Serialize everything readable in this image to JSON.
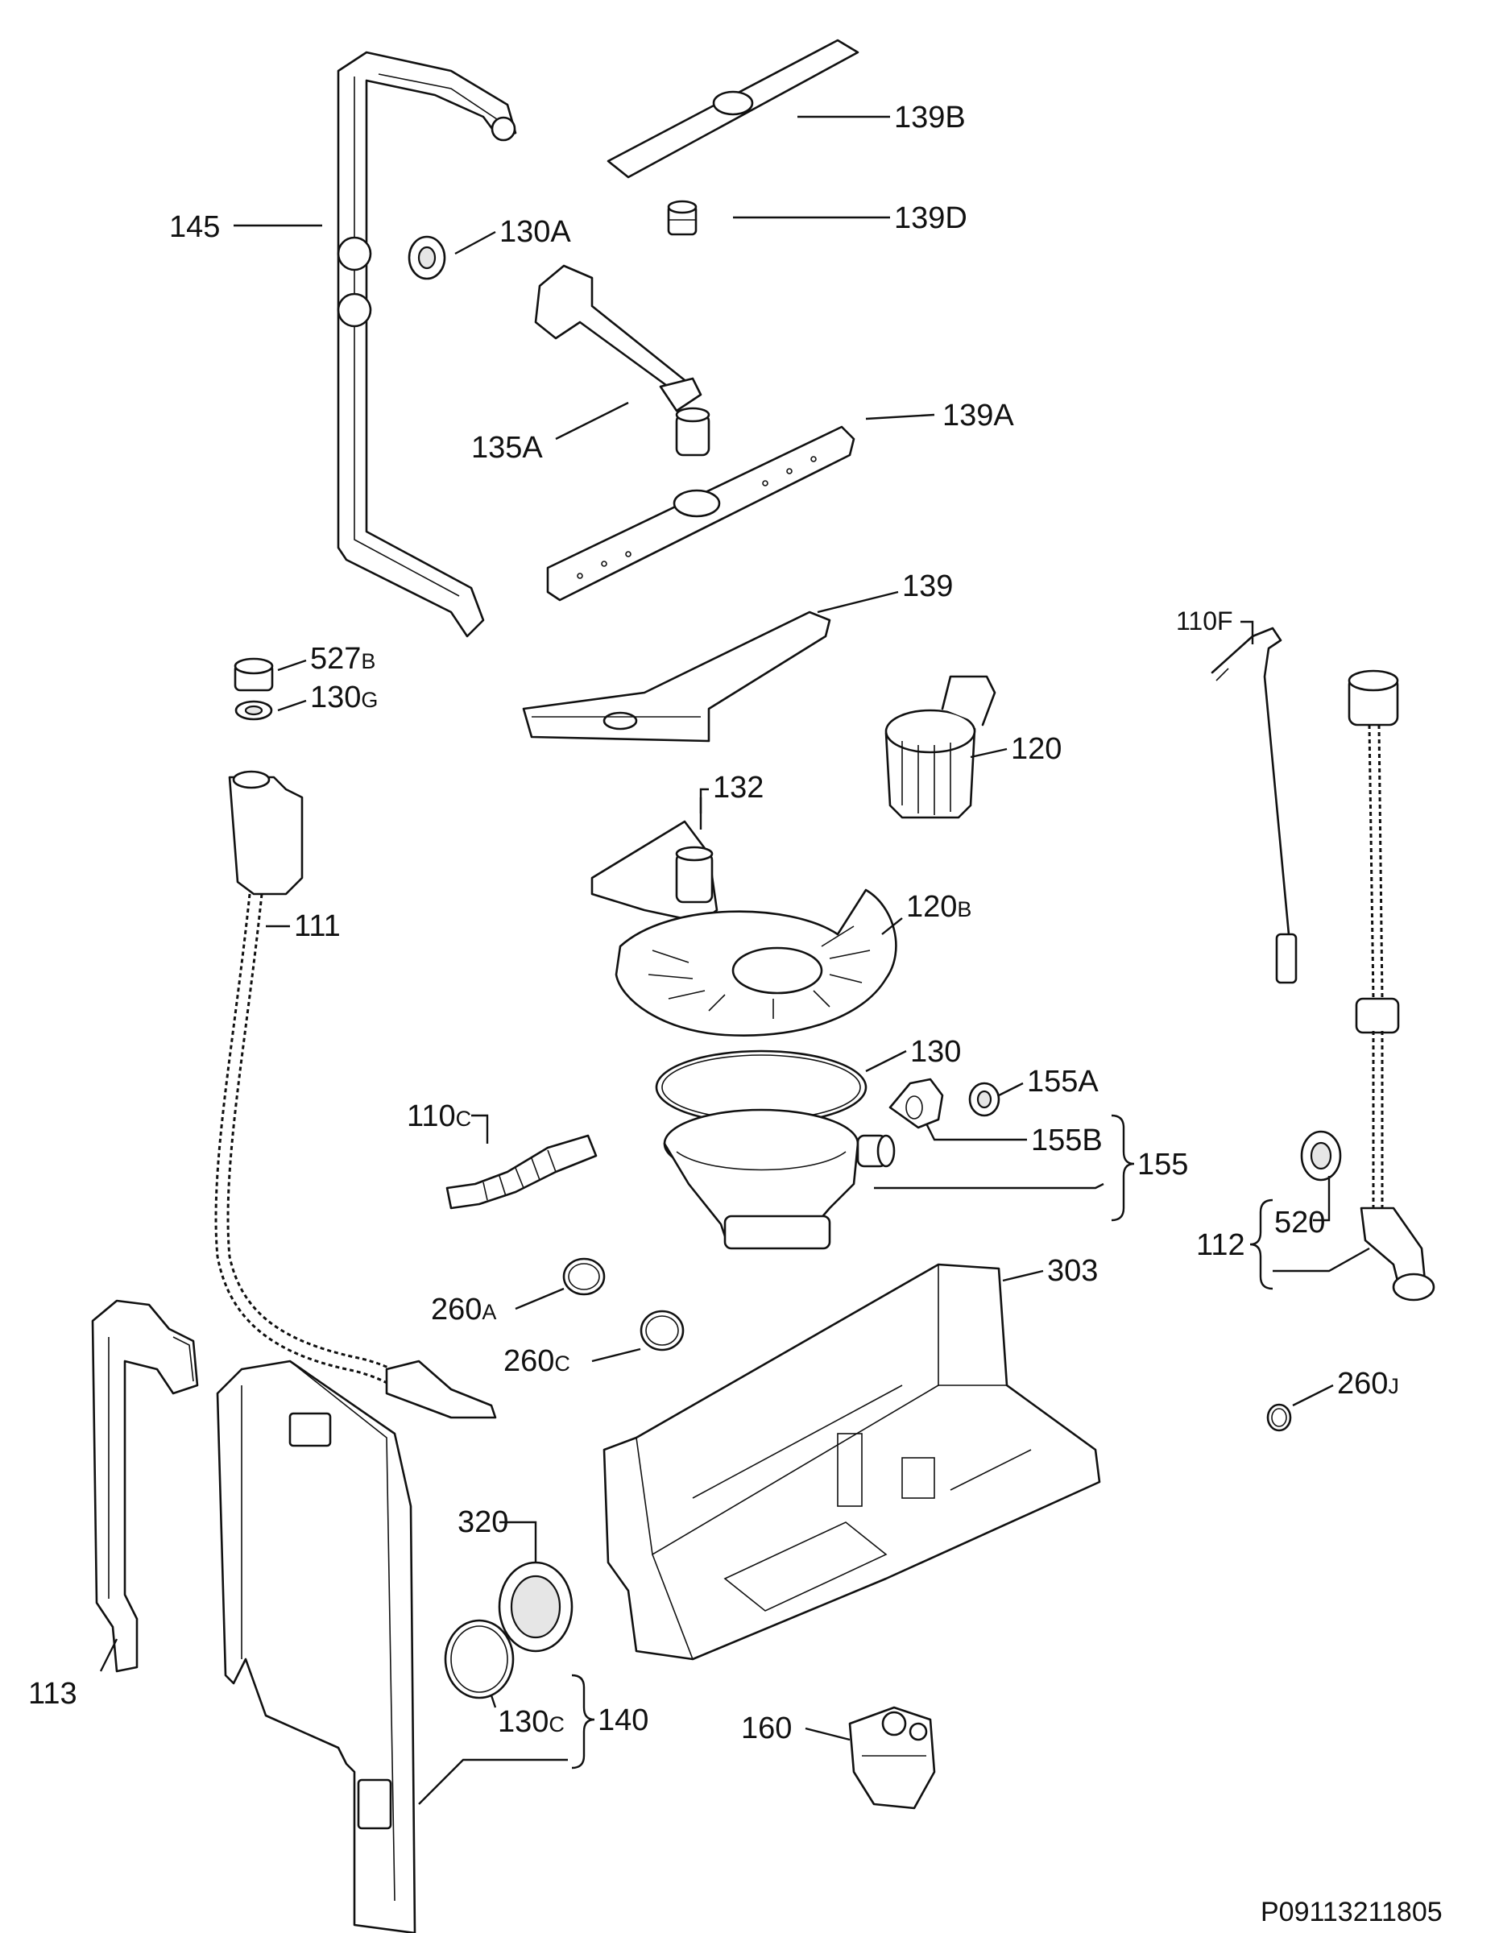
{
  "labels": {
    "l145": "145",
    "l130A": "130A",
    "l139B": "139B",
    "l139D": "139D",
    "l135A": "135A",
    "l139A": "139A",
    "l139": "139",
    "l527": "527",
    "l527s": "B",
    "l130G": "130",
    "l130Gs": "G",
    "l110F": "110F",
    "l120": "120",
    "l132": "132",
    "l111": "111",
    "l120B": "120",
    "l120Bs": "B",
    "l130": "130",
    "l155A": "155A",
    "l110C": "110",
    "l110Cs": "C",
    "l155B": "155B",
    "l155": "155",
    "l520": "520",
    "l112": "112",
    "l303": "303",
    "l260A": "260",
    "l260As": "A",
    "l260C": "260",
    "l260Cs": "C",
    "l260J": "260",
    "l260Js": "J",
    "l320": "320",
    "l130C": "130",
    "l130Cs": "C",
    "l140": "140",
    "l113": "113",
    "l160": "160"
  },
  "drawing_code": "P09113211805"
}
